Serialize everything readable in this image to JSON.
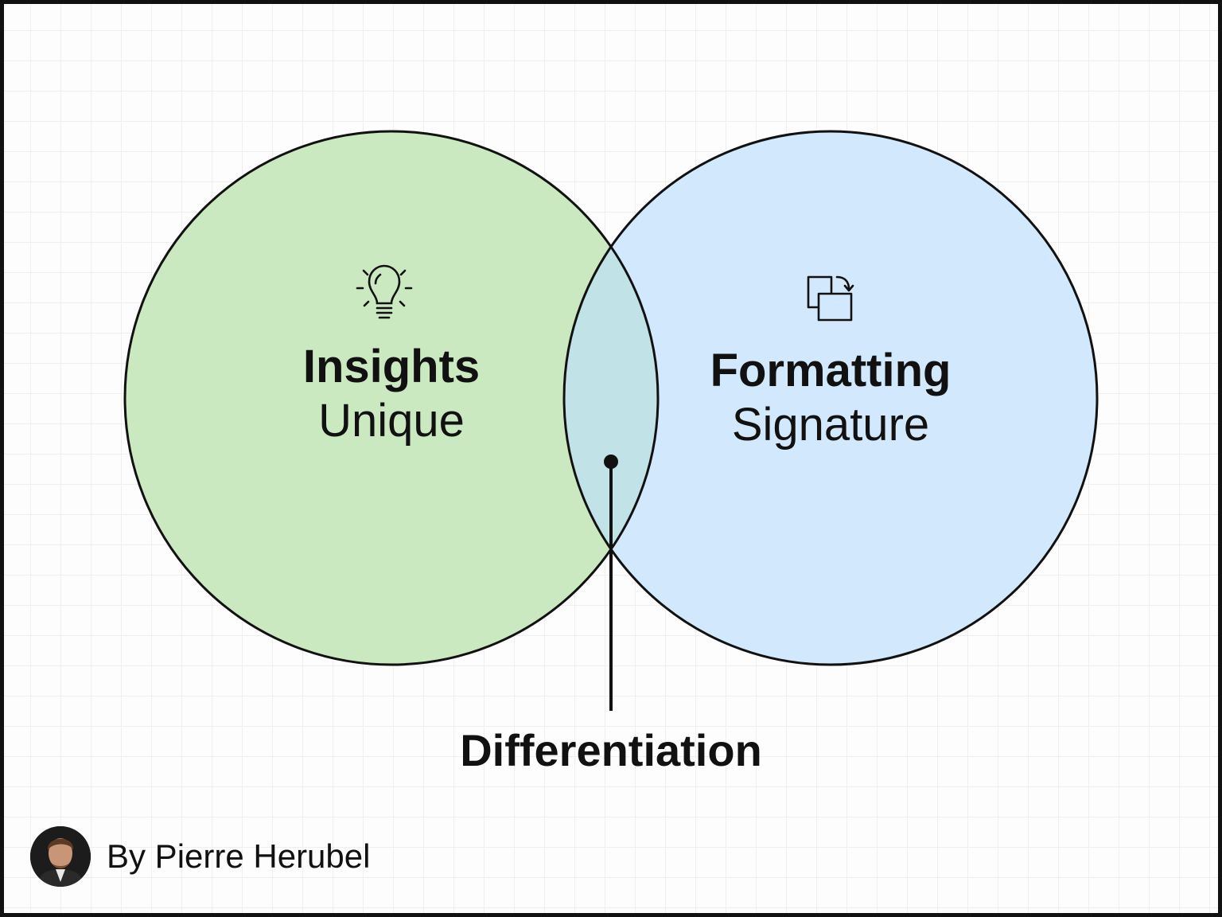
{
  "colors": {
    "left_circle_fill": "#cbe9c1",
    "right_circle_fill": "#d2e8fc",
    "overlap_fill": "#c1e2e6",
    "outline": "#111111",
    "background": "#fdfdfd",
    "grid": "#efefef"
  },
  "left_set": {
    "icon": "lightbulb-icon",
    "title": "Insights",
    "subtitle": "Unique"
  },
  "right_set": {
    "icon": "copy-transform-icon",
    "title": "Formatting",
    "subtitle": "Signature"
  },
  "intersection": {
    "label": "Differentiation"
  },
  "author": {
    "avatar": "author-portrait",
    "text": "By Pierre Herubel"
  }
}
